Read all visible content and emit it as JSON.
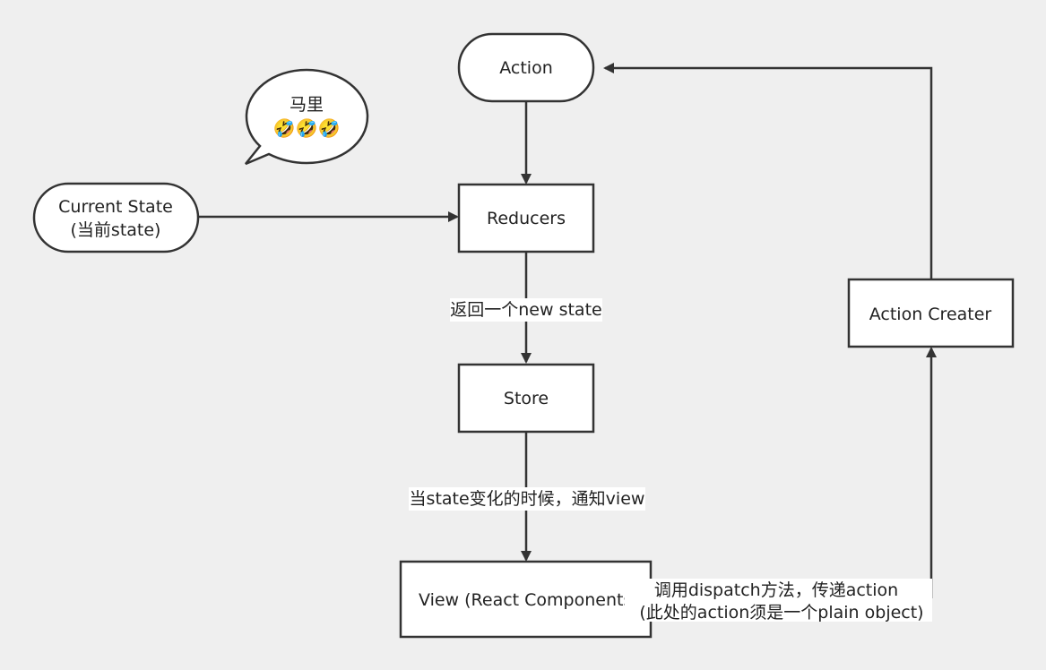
{
  "diagram": {
    "nodes": {
      "action": "Action",
      "current_state": [
        "Current State",
        "(当前state)"
      ],
      "reducers": "Reducers",
      "store": "Store",
      "view": "View (React Components",
      "action_creater": "Action Creater"
    },
    "speech_bubble": {
      "line1": "马里",
      "line2": "🤣🤣🤣"
    },
    "edge_labels": {
      "reducers_to_store": "返回一个new state",
      "store_to_view": "当state变化的时候，通知view",
      "view_to_creater_line1": "调用dispatch方法，传递action",
      "view_to_creater_line2": "(此处的action须是一个plain object)"
    }
  }
}
